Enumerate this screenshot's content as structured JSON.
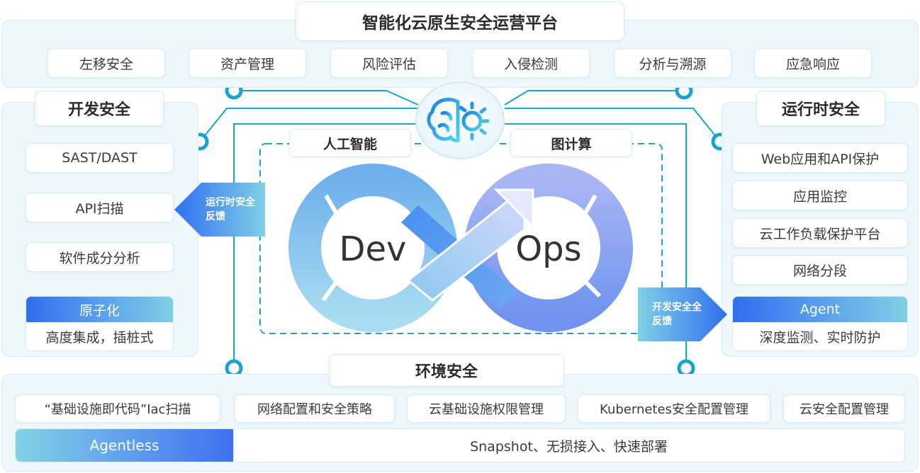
{
  "platform": {
    "title": "智能化云原生安全运营平台",
    "items": [
      "左移安全",
      "资产管理",
      "风险评估",
      "入侵检测",
      "分析与溯源",
      "应急响应"
    ]
  },
  "dev_security": {
    "title": "开发安全",
    "items": [
      "SAST/DAST",
      "API扫描",
      "软件成分分析"
    ],
    "highlight_header": "原子化",
    "highlight_body": "高度集成，插桩式"
  },
  "runtime_security": {
    "title": "运行时安全",
    "items": [
      "Web应用和API保护",
      "应用监控",
      "云工作负载保护平台",
      "网络分段"
    ],
    "highlight_header": "Agent",
    "highlight_body": "深度监测、实时防护"
  },
  "center": {
    "ai_label": "人工智能",
    "graph_label": "图计算",
    "dev_label": "Dev",
    "ops_label": "Ops",
    "runtime_feedback": [
      "运行时安全",
      "反馈"
    ],
    "dev_feedback": [
      "开发安全全",
      "反馈"
    ],
    "brain_icon": "brain-gear-icon"
  },
  "env_security": {
    "title": "环境安全",
    "items": [
      "“基础设施即代码”Iac扫描",
      "网络配置和安全策略",
      "云基础设施权限管理",
      "Kubernetes安全配置管理",
      "云安全配置管理"
    ],
    "agentless_label": "Agentless",
    "agentless_body": "Snapshot、无损接入、快速部署"
  },
  "colors": {
    "accent_blue": "#2f6ff0",
    "accent_cyan": "#7fd0e6",
    "line": "#17a7c9",
    "dev_loop": "#6fb6ec",
    "ops_loop": "#8b9ff0"
  }
}
